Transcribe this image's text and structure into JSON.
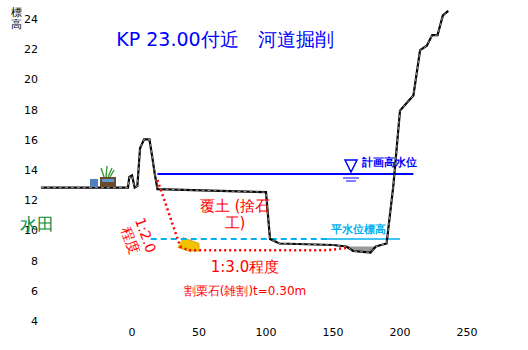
{
  "diagram": {
    "title": "KP 23.00付近　河道掘削",
    "labels": [
      "標高",
      "24",
      "22",
      "20",
      "18",
      "16",
      "14",
      "12",
      "10",
      "8",
      "6",
      "4",
      "計画高水位",
      "水田",
      "覆土 (捨石工)",
      "1:2.0 程度",
      "平水位標高",
      "1:3.0程度",
      "割栗石(雑割)t=0.30m",
      "0",
      "50",
      "100",
      "150",
      "200",
      "250"
    ]
  }
}
